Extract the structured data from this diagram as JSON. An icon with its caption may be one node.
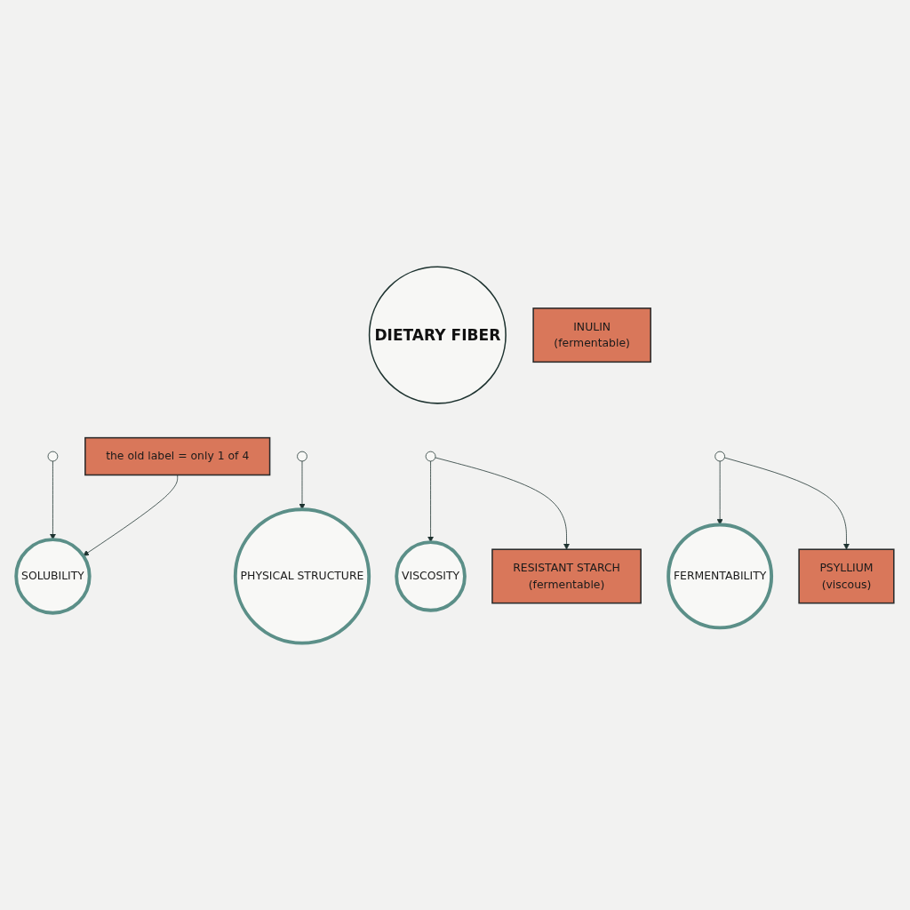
{
  "diagram": {
    "nodes": [
      {
        "text": [
          "DIETARY FIBER"
        ]
      },
      {
        "text": [],
        "shape": "circle"
      },
      {
        "text": [],
        "shape": "circle"
      },
      {
        "text": [],
        "shape": "circle"
      },
      {
        "text": [],
        "shape": "circle"
      },
      {
        "text": [
          "SOLUBILITY"
        ]
      },
      {
        "text": [
          "the old label = only 1 of 4"
        ]
      },
      {
        "text": [
          "PHYSICAL STRUCTURE"
        ]
      },
      {
        "text": [
          "VISCOSITY"
        ]
      },
      {
        "text": [
          "FERMENTABILITY"
        ]
      },
      {
        "text": [
          "RESISTANT STARCH",
          "(fermentable)"
        ]
      },
      {
        "text": [
          "INULIN",
          "(fermentable)"
        ]
      },
      {
        "text": [
          "PSYLLIUM",
          "(viscous)"
        ]
      }
    ],
    "edges": [
      {
        "from": 1,
        "to": 5,
        "arrow": "to"
      },
      {
        "from": 2,
        "to": 7,
        "arrow": "to"
      },
      {
        "from": 3,
        "to": 8,
        "arrow": "to"
      },
      {
        "from": 3,
        "to": 10,
        "arrow": "to"
      },
      {
        "from": 4,
        "to": 9,
        "arrow": "to"
      },
      {
        "from": 4,
        "to": 12,
        "arrow": "to"
      },
      {
        "from": 6,
        "to": 5,
        "arrow": "to"
      }
    ]
  }
}
